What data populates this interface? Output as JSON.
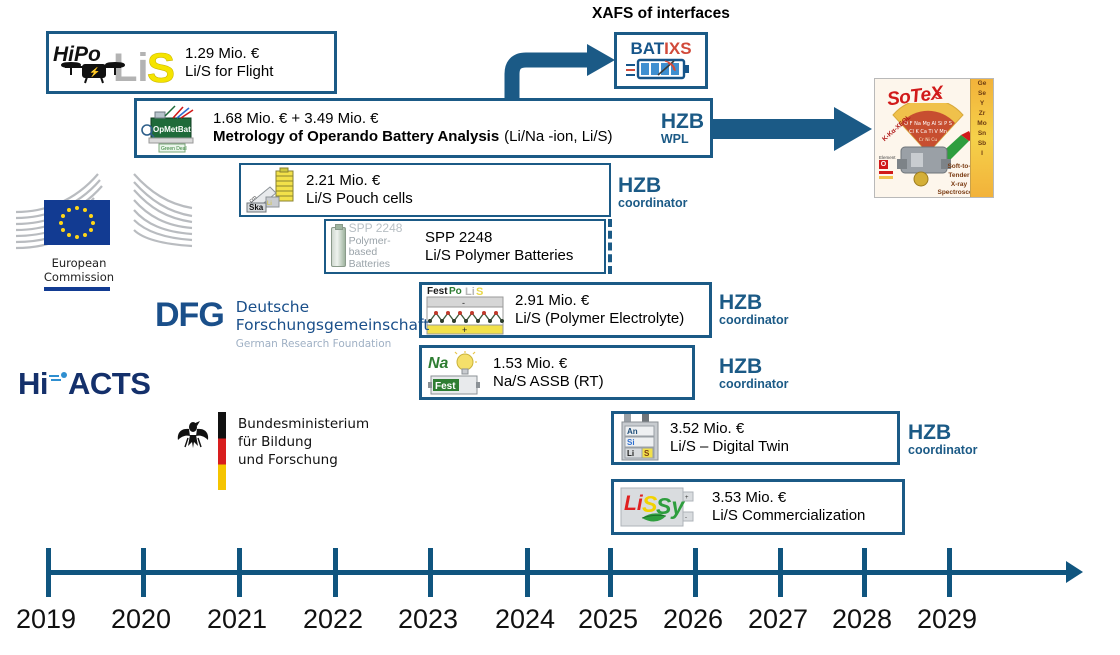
{
  "timeline": {
    "years": [
      "2019",
      "2020",
      "2021",
      "2022",
      "2023",
      "2024",
      "2025",
      "2026",
      "2027",
      "2028",
      "2029"
    ],
    "axis_color": "#10557f"
  },
  "headings": {
    "xafs": "XAFS of interfaces"
  },
  "projects": [
    {
      "id": "hipolis",
      "logo": "hipolis-logo",
      "funding": "1.29 Mio. €",
      "title": "Li/S for Flight",
      "hzb": null
    },
    {
      "id": "opmetbat",
      "logo": "opmetbat-logo",
      "funding": "1.68 Mio. € + 3.49 Mio. €",
      "title": "Metrology of Operando Battery Analysis",
      "title_suffix": "(Li/Na -ion, Li/S)",
      "hzb": {
        "mark": "HZB",
        "role": "WPL"
      }
    },
    {
      "id": "ska",
      "logo": "ska-logo",
      "funding": "2.21 Mio. €",
      "title": "Li/S Pouch cells",
      "hzb": {
        "mark": "HZB",
        "role": "coordinator"
      }
    },
    {
      "id": "spp2248",
      "logo": "spp2248-logo",
      "funding": "SPP 2248",
      "title": "Li/S Polymer Batteries",
      "hzb": null
    },
    {
      "id": "festpolis",
      "logo": "festpolis-logo",
      "funding": "2.91 Mio. €",
      "title": "Li/S (Polymer Electrolyte)",
      "hzb": {
        "mark": "HZB",
        "role": "coordinator"
      }
    },
    {
      "id": "nafest",
      "logo": "nafest-logo",
      "funding": "1.53 Mio. €",
      "title": "Na/S ASSB (RT)",
      "hzb": {
        "mark": "HZB",
        "role": "coordinator"
      }
    },
    {
      "id": "digitaltwin",
      "logo": "digital-twin-logo",
      "funding": "3.52 Mio. €",
      "title": "Li/S – Digital Twin",
      "hzb": {
        "mark": "HZB",
        "role": "coordinator"
      }
    },
    {
      "id": "lissy",
      "logo": "lissy-logo",
      "funding": "3.53 Mio. €",
      "title": "Li/S Commercialization",
      "hzb": null
    }
  ],
  "batixs": {
    "part1": "BAT",
    "part2": "I",
    "part3": "XS"
  },
  "logos": {
    "hipolis": {
      "p1": "HiPo",
      "p2": "Li",
      "p3": "S"
    },
    "opmetbat": {
      "label": "OpMetBat",
      "badge": "Green Deal"
    },
    "ska": {
      "label": "Ska"
    },
    "spp2248": {
      "code": "SPP 2248",
      "line1": "Polymer-based",
      "line2": "Batteries"
    },
    "festpolis": {
      "a": "Fest",
      "b": "Po",
      "c": "Li",
      "d": "S",
      "minus": "-",
      "plus": "+"
    },
    "nafest": {
      "a": "Na",
      "b": "Fest"
    },
    "digital_twin": {
      "r1a": "An",
      "r2a": "Si",
      "r3a": "Li",
      "r3b": "S"
    },
    "lissy": {
      "a": "Li",
      "b": "S",
      "c": "Sy",
      "plus": "+",
      "minus": "-"
    }
  },
  "funders": {
    "eu": {
      "line1": "European",
      "line2": "Commission"
    },
    "dfg": {
      "mark": "DFG",
      "line1": "Deutsche",
      "line2": "Forschungsgemeinschaft",
      "line3": "German Research Foundation"
    },
    "hiacts": {
      "p1": "Hi",
      "p2": "ACTS"
    },
    "bmbf": {
      "line1": "Bundesministerium",
      "line2": "für Bildung",
      "line3": "und Forschung"
    }
  },
  "sotex": {
    "word": "SoTeX",
    "caption1": "Soft-to-",
    "caption2": "Tender",
    "caption3": "X-ray",
    "caption4": "Spectroscopy",
    "diagonal": "K-Kα-XEOL",
    "elements": [
      "Ge",
      "Se",
      "Y",
      "Zr",
      "Mo",
      "Sn",
      "Sb",
      "I"
    ],
    "fan_rows": [
      "O F Na Mg Al Si P S",
      "Cl K Ca Ti V Mn",
      "Cr Ni Cu"
    ]
  },
  "colors": {
    "accent": "#1b5a86",
    "axis": "#10557f",
    "hzb_blue": "#1b5a86",
    "arrow": "#1b5a86"
  }
}
